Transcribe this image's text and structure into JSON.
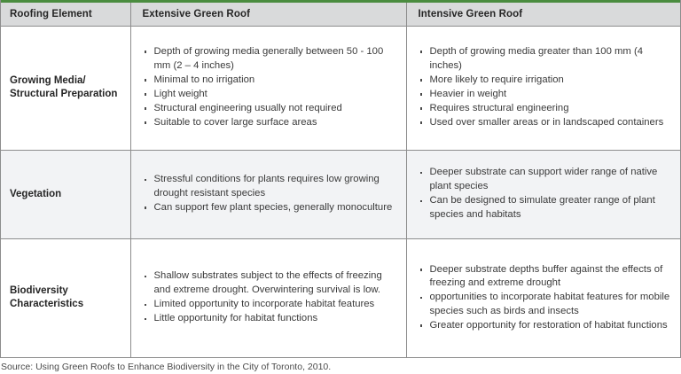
{
  "theme": {
    "accent_color": "#4a8c3f",
    "header_bg": "#d9dadb",
    "shaded_row_bg": "#f2f3f5",
    "border_color": "#8d8d8d"
  },
  "table": {
    "columns": [
      {
        "label": "Roofing Element"
      },
      {
        "label": "Extensive Green Roof"
      },
      {
        "label": "Intensive Green Roof"
      }
    ],
    "rows": [
      {
        "label": "Growing Media/ Structural Preparation",
        "extensive": [
          "Depth of growing media generally between 50 - 100 mm (2 – 4 inches)",
          "Minimal to no irrigation",
          "Light weight",
          "Structural engineering usually not required",
          "Suitable to cover large surface areas"
        ],
        "intensive": [
          "Depth of growing media greater than 100 mm (4 inches)",
          "More likely to require irrigation",
          "Heavier in weight",
          "Requires structural engineering",
          "Used over smaller areas or in landscaped containers"
        ]
      },
      {
        "label": "Vegetation",
        "extensive": [
          "Stressful conditions for plants requires low growing drought resistant species",
          "Can support few plant species, generally monoculture"
        ],
        "intensive": [
          "Deeper substrate can support wider range of native plant species",
          "Can be designed to simulate greater range of plant species and habitats"
        ]
      },
      {
        "label": "Biodiversity Characteristics",
        "extensive": [
          "Shallow substrates subject to the effects of freezing and extreme drought. Overwintering survival is low.",
          "Limited opportunity to incorporate habitat features",
          "Little opportunity for habitat functions"
        ],
        "intensive": [
          "Deeper substrate depths buffer against the effects of freezing and extreme drought",
          "opportunities to incorporate habitat features for mobile species such as birds and insects",
          "Greater opportunity for restoration of habitat functions"
        ]
      }
    ]
  },
  "caption": {
    "text": "Source: Using Green Roofs to Enhance Biodiversity in the City of Toronto, 2010."
  }
}
